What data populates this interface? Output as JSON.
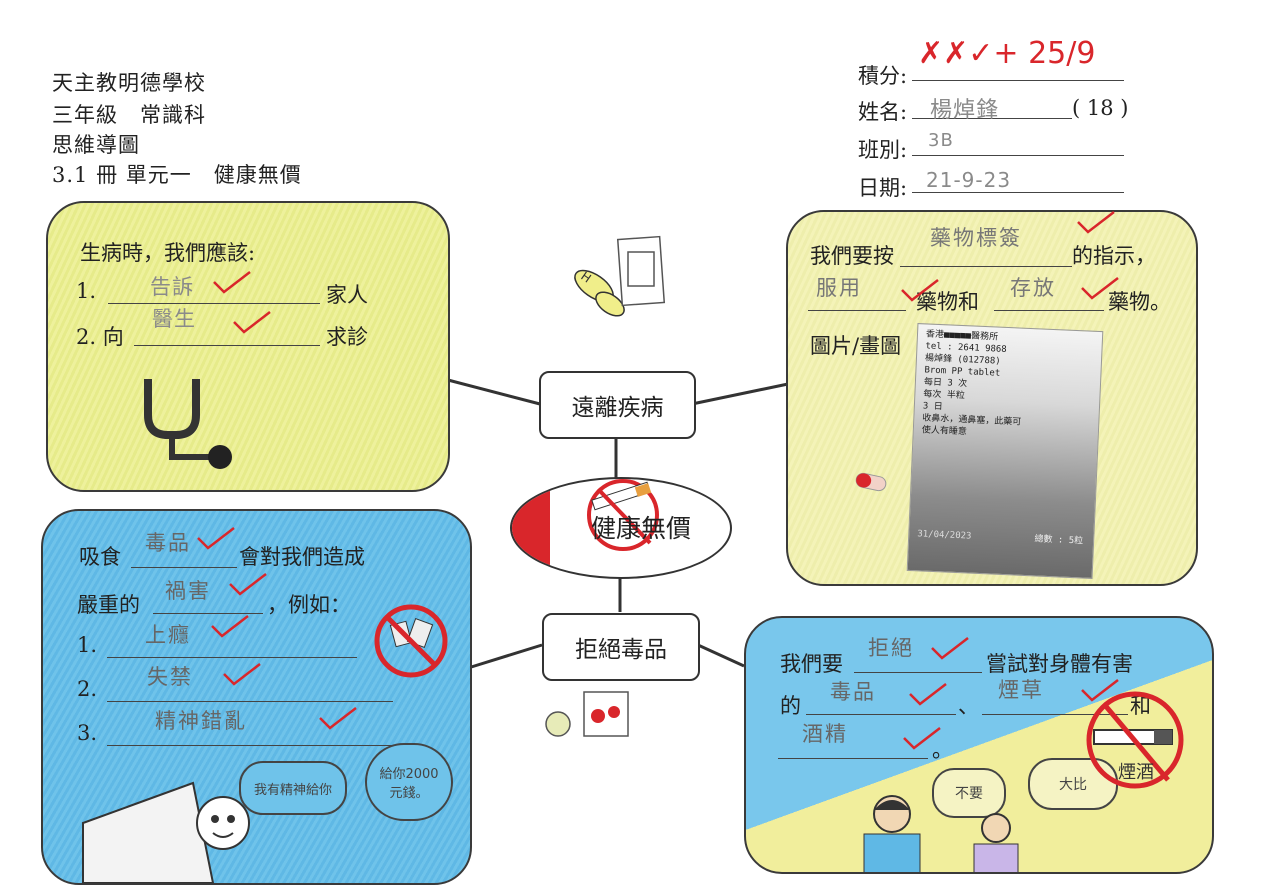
{
  "header": {
    "school": "天主教明德學校",
    "grade_subject": "三年級　常識科",
    "type": "思維導圖",
    "unit": "3.1 冊 單元一　健康無價"
  },
  "info": {
    "score_label": "積分:",
    "score_value": "✗✗✓+ 25/9",
    "name_label": "姓名:",
    "name_value": "楊焯鋒",
    "number_value": "( 18 )",
    "class_label": "班別:",
    "class_value": "3B",
    "date_label": "日期:",
    "date_value": "21-9-23"
  },
  "center": {
    "title": "健康無價"
  },
  "branches": {
    "top": "遠離疾病",
    "bottom": "拒絕毒品"
  },
  "box_tl": {
    "intro": "生病時，我們應該:",
    "line1_prefix": "1.",
    "line1_answer": "告訴",
    "line1_suffix": "家人",
    "line2_prefix": "2. 向",
    "line2_answer": "醫生",
    "line2_suffix": "求診"
  },
  "box_tr": {
    "line1_prefix": "我們要按",
    "line1_answer": "藥物標簽",
    "line1_suffix": "的指示，",
    "line2_answer1": "服用",
    "line2_middle": "藥物和",
    "line2_answer2": "存放",
    "line2_suffix": "藥物。",
    "picture_label": "圖片/畫圖",
    "label": {
      "clinic": "香港■■■■■醫務所",
      "tel": "tel : 2641 9868",
      "patient": "楊焯鋒 (012788)",
      "drug": "Brom PP tablet",
      "dose1": "每日 3 次",
      "dose2": "每次 半粒",
      "days": "3 日",
      "usage1": "收鼻水，通鼻塞，此藥可",
      "usage2": "使人有睡意",
      "date": "31/04/2023",
      "total": "總數 : 5粒"
    }
  },
  "box_bl": {
    "line1_prefix": "吸食",
    "line1_answer": "毒品",
    "line1_suffix": "會對我們造成",
    "line2_prefix": "嚴重的",
    "line2_answer": "禍害",
    "line2_suffix": "，例如：",
    "item1_num": "1.",
    "item1_answer": "上癮",
    "item2_num": "2.",
    "item2_answer": "失禁",
    "item3_num": "3.",
    "item3_answer": "精神錯亂",
    "bubble1": "我有精神給你",
    "bubble2": "給你2000元錢。"
  },
  "box_br": {
    "line1_prefix": "我們要",
    "line1_answer": "拒絕",
    "line1_suffix": "嘗試對身體有害",
    "line2_prefix": "的",
    "line2_answer1": "毒品",
    "line2_sep": "、",
    "line2_answer2": "煙草",
    "line2_and": "和",
    "line3_answer": "酒精",
    "line3_suffix": "。",
    "bubble1": "不要",
    "bubble2": "大比",
    "sign_text": "煙酒"
  },
  "colors": {
    "yellow": "#e8ec8e",
    "blue": "#66bde8",
    "red_pen": "#d9262b",
    "pencil": "#8a8a8a"
  }
}
